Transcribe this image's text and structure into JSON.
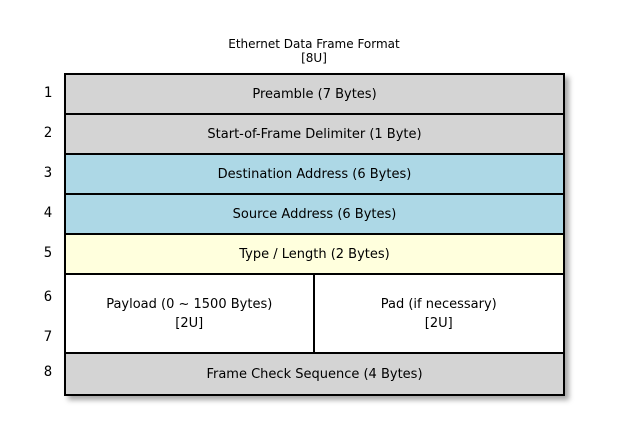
{
  "title": "Ethernet Data Frame Format",
  "subtitle": "[8U]",
  "colors": {
    "gray": "#D4D4D4",
    "blue": "#ADD8E6",
    "yellow": "#FFFFDD",
    "white": "#FFFFFF",
    "border": "#000000"
  },
  "row_numbers": [
    "1",
    "2",
    "3",
    "4",
    "5",
    "6",
    "7",
    "8"
  ],
  "rows": [
    {
      "label": "Preamble (7 Bytes)"
    },
    {
      "label": "Start-of-Frame Delimiter (1 Byte)"
    },
    {
      "label": "Destination Address (6 Bytes)"
    },
    {
      "label": "Source Address (6 Bytes)"
    },
    {
      "label": "Type / Length (2 Bytes)"
    }
  ],
  "payload_row": {
    "cells": [
      {
        "label": "Payload (0 ~ 1500 Bytes)",
        "sub": "[2U]"
      },
      {
        "label": "Pad (if necessary)",
        "sub": "[2U]"
      }
    ]
  },
  "fcs_row": {
    "label": "Frame Check Sequence (4 Bytes)"
  }
}
